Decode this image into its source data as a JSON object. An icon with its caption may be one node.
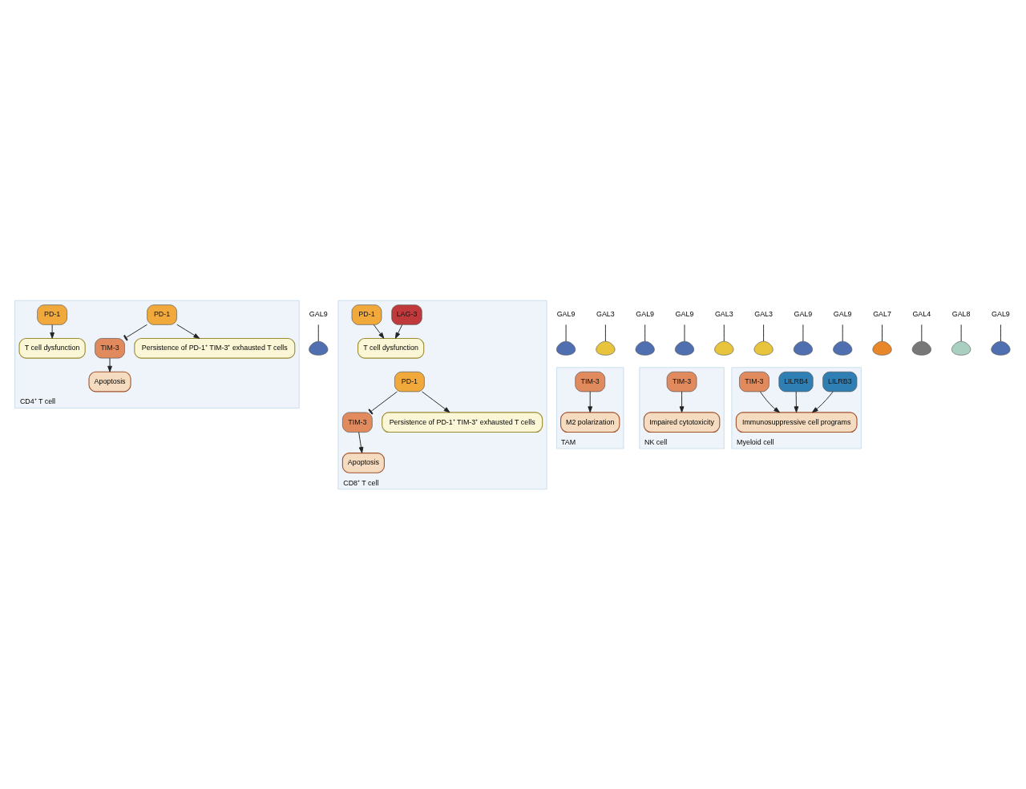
{
  "diagram": {
    "nodes": [
      {
        "text": [
          "CD4⁺ T cell"
        ]
      },
      {
        "text": [
          "PD-1"
        ],
        "in": 0
      },
      {
        "text": [
          "TIM-3"
        ],
        "in": 0
      },
      {
        "text": [
          "PD-1"
        ],
        "in": 0
      },
      {
        "text": [
          "Apoptosis"
        ],
        "in": 0
      },
      {
        "text": [
          "Persistence of PD-1⁺ TIM-3⁺ exhausted T cells"
        ],
        "in": 0
      },
      {
        "text": [
          "T cell dysfunction"
        ],
        "in": 0
      },
      {
        "text": [
          "GAL9"
        ]
      },
      {
        "text": [],
        "shape": "picture"
      },
      {
        "text": [
          "GAL9"
        ]
      },
      {
        "text": [],
        "shape": "picture"
      },
      {
        "text": [
          "GAL3"
        ]
      },
      {
        "text": [],
        "shape": "picture"
      },
      {
        "text": [
          "CD8⁺ T cell"
        ]
      },
      {
        "text": [
          "PD-1"
        ],
        "in": 13
      },
      {
        "text": [
          "TIM-3"
        ],
        "in": 13
      },
      {
        "text": [
          "LAG-3"
        ],
        "in": 13
      },
      {
        "text": [
          "PD-1"
        ],
        "in": 13
      },
      {
        "text": [
          "Apoptosis"
        ],
        "in": 13
      },
      {
        "text": [
          "Persistence of PD-1⁺ TIM-3⁺ exhausted T cells"
        ],
        "in": 13
      },
      {
        "text": [
          "T cell dysfunction"
        ],
        "in": 13
      },
      {
        "text": [
          "GAL9"
        ]
      },
      {
        "text": [],
        "shape": "picture"
      },
      {
        "text": [
          "GAL9"
        ]
      },
      {
        "text": [],
        "shape": "picture"
      },
      {
        "text": [
          "GAL3"
        ]
      },
      {
        "text": [],
        "shape": "picture"
      },
      {
        "text": [
          "GAL3"
        ]
      },
      {
        "text": [],
        "shape": "picture"
      },
      {
        "text": [
          "TAM"
        ]
      },
      {
        "text": [
          "TIM-3"
        ],
        "in": 29
      },
      {
        "text": [
          "M2 polarization"
        ],
        "in": 29
      },
      {
        "text": [
          "GAL9"
        ]
      },
      {
        "text": [],
        "shape": "picture"
      },
      {
        "text": [
          "NK cell"
        ]
      },
      {
        "text": [
          "TIM-3"
        ],
        "in": 34
      },
      {
        "text": [
          "Impaired cytotoxicity"
        ],
        "in": 34
      },
      {
        "text": [
          "GAL9"
        ]
      },
      {
        "text": [],
        "shape": "picture"
      },
      {
        "text": [
          "Myeloid cell"
        ]
      },
      {
        "text": [
          "LILRB3"
        ],
        "in": 39
      },
      {
        "text": [
          "LILRB4"
        ],
        "in": 39
      },
      {
        "text": [
          "TIM-3"
        ],
        "in": 39
      },
      {
        "text": [
          "Immunosuppressive cell programs"
        ],
        "in": 39
      },
      {
        "text": [
          "GAL7"
        ]
      },
      {
        "text": [],
        "shape": "picture"
      },
      {
        "text": [
          "GAL4"
        ]
      },
      {
        "text": [],
        "shape": "picture"
      },
      {
        "text": [
          "GAL8"
        ]
      },
      {
        "text": [],
        "shape": "picture"
      },
      {
        "text": [
          "GAL9"
        ]
      },
      {
        "text": [],
        "shape": "picture"
      }
    ],
    "edges": [
      {
        "from": 1,
        "to": 2,
        "arrow": "other"
      },
      {
        "from": 2,
        "to": 4,
        "arrow": "to"
      },
      {
        "from": 1,
        "to": 5,
        "arrow": "to"
      },
      {
        "from": 3,
        "to": 6,
        "arrow": "to"
      },
      {
        "from": 7,
        "to": 8,
        "arrow": "none"
      },
      {
        "from": 9,
        "to": 10,
        "arrow": "none"
      },
      {
        "from": 11,
        "to": 12,
        "arrow": "none"
      },
      {
        "from": 14,
        "to": 15,
        "arrow": "other"
      },
      {
        "from": 15,
        "to": 18,
        "arrow": "to"
      },
      {
        "from": 14,
        "to": 19,
        "arrow": "to"
      },
      {
        "from": 16,
        "to": 20,
        "arrow": "to"
      },
      {
        "from": 17,
        "to": 20,
        "arrow": "to"
      },
      {
        "from": 21,
        "to": 22,
        "arrow": "none"
      },
      {
        "from": 23,
        "to": 24,
        "arrow": "none"
      },
      {
        "from": 25,
        "to": 26,
        "arrow": "none"
      },
      {
        "from": 27,
        "to": 28,
        "arrow": "none"
      },
      {
        "from": 30,
        "to": 31,
        "arrow": "to"
      },
      {
        "from": 32,
        "to": 33,
        "arrow": "none"
      },
      {
        "from": 35,
        "to": 36,
        "arrow": "to"
      },
      {
        "from": 37,
        "to": 38,
        "arrow": "none"
      },
      {
        "from": 40,
        "to": 43,
        "arrow": "to"
      },
      {
        "from": 41,
        "to": 43,
        "arrow": "to"
      },
      {
        "from": 42,
        "to": 43,
        "arrow": "to"
      },
      {
        "from": 44,
        "to": 45,
        "arrow": "none"
      },
      {
        "from": 46,
        "to": 47,
        "arrow": "none"
      },
      {
        "from": 48,
        "to": 49,
        "arrow": "none"
      },
      {
        "from": 50,
        "to": 51,
        "arrow": "none"
      }
    ]
  }
}
